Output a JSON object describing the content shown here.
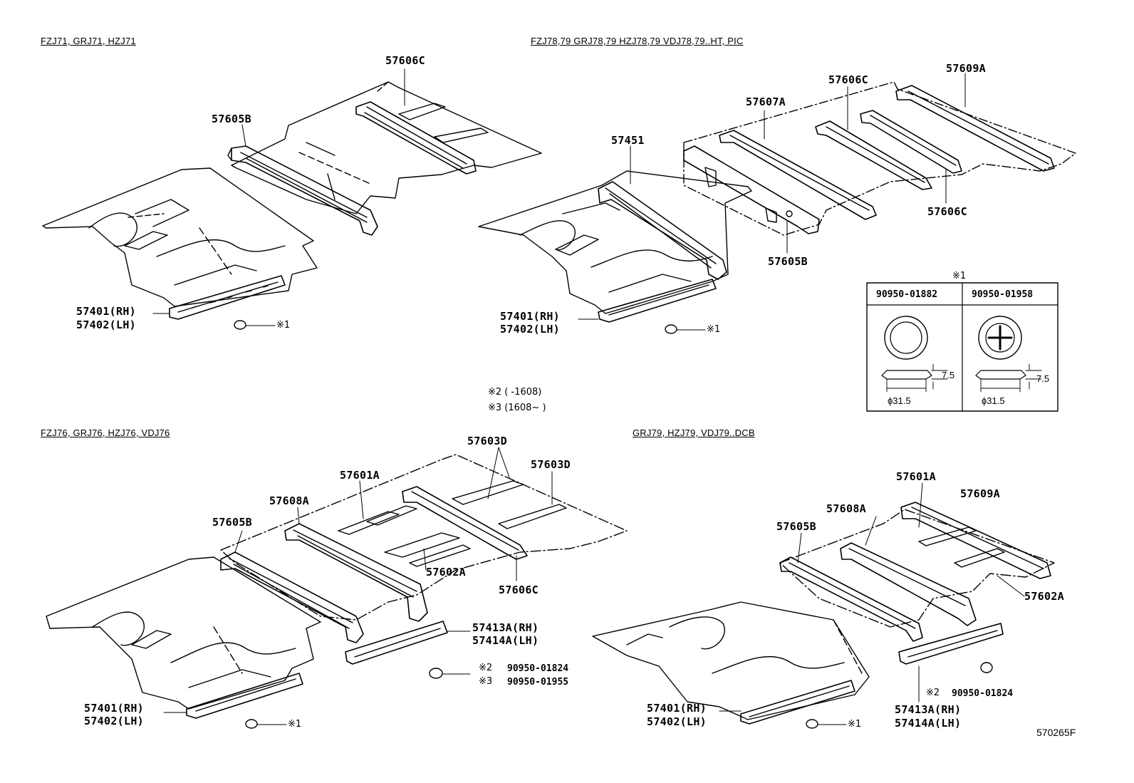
{
  "sections": {
    "top_left": "FZJ71, GRJ71, HZJ71",
    "top_right": "FZJ78,79 GRJ78,79 HZJ78,79 VDJ78,79..HT, PIC",
    "bottom_left": "FZJ76, GRJ76, HZJ76, VDJ76",
    "bottom_right": "GRJ79, HZJ79, VDJ79..DCB"
  },
  "parts": {
    "tl_57606C": "57606C",
    "tl_57605B": "57605B",
    "tl_57401": "57401(RH)",
    "tl_57402": "57402(LH)",
    "tr_57609A": "57609A",
    "tr_57606C_top": "57606C",
    "tr_57607A": "57607A",
    "tr_57451": "57451",
    "tr_57606C_low": "57606C",
    "tr_57605B": "57605B",
    "tr_57401": "57401(RH)",
    "tr_57402": "57402(LH)",
    "bl_57603D_a": "57603D",
    "bl_57603D_b": "57603D",
    "bl_57601A": "57601A",
    "bl_57608A": "57608A",
    "bl_57605B": "57605B",
    "bl_57602A": "57602A",
    "bl_57606C": "57606C",
    "bl_57413A": "57413A(RH)",
    "bl_57414A": "57414A(LH)",
    "bl_57401": "57401(RH)",
    "bl_57402": "57402(LH)",
    "br_57601A": "57601A",
    "br_57609A": "57609A",
    "br_57608A": "57608A",
    "br_57605B": "57605B",
    "br_57602A": "57602A",
    "br_57401": "57401(RH)",
    "br_57402": "57402(LH)",
    "br_57413A": "57413A(RH)",
    "br_57414A": "57414A(LH)"
  },
  "clips": {
    "tl": "※1",
    "tr": "※1",
    "bl": "※1",
    "br": "※1",
    "bl_alt2_mark": "※2",
    "bl_alt2_code": "90950-01824",
    "bl_alt3_mark": "※3",
    "bl_alt3_code": "90950-01955",
    "br_alt2_mark": "※2",
    "br_alt2_code": "90950-01824"
  },
  "notes": {
    "line2": "※2 (       -1608)",
    "line3": "※3 (1608~       )"
  },
  "legend": {
    "title": "※1",
    "col1_code": "90950-01882",
    "col2_code": "90950-01958",
    "height": "7.5",
    "diameter": "ϕ31.5"
  },
  "figure_id": "570265F"
}
